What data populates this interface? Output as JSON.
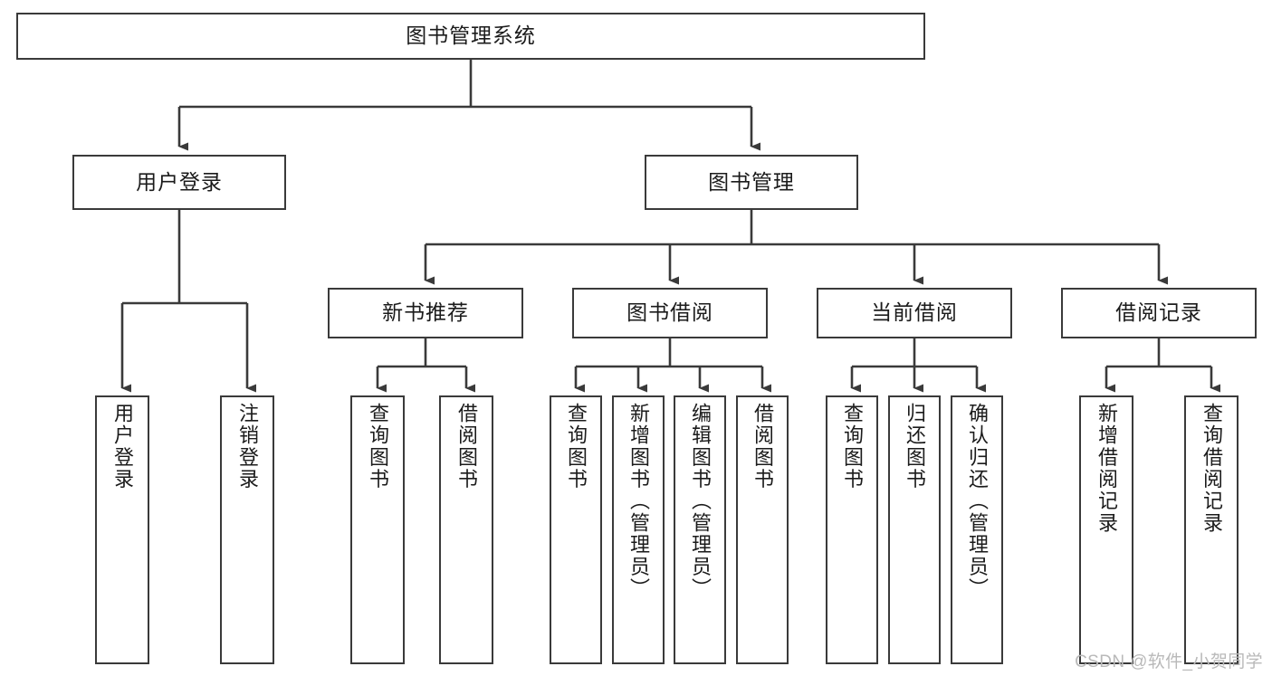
{
  "diagram": {
    "title": "图书管理系统",
    "type": "tree-hierarchy-chart",
    "style": {
      "box_fill": "#ffffff",
      "box_stroke": "#3a3a3a",
      "connector_color": "#3a3a3a",
      "text_color": "#1b1b1b",
      "background": "#ffffff"
    },
    "root": {
      "id": "root",
      "label": "图书管理系统"
    },
    "level2": [
      {
        "id": "user-login",
        "label": "用户登录"
      },
      {
        "id": "book-manage",
        "label": "图书管理"
      }
    ],
    "level3": [
      {
        "id": "new-book-recommend",
        "label": "新书推荐",
        "parent": "book-manage"
      },
      {
        "id": "book-borrow",
        "label": "图书借阅",
        "parent": "book-manage"
      },
      {
        "id": "current-borrow",
        "label": "当前借阅",
        "parent": "book-manage"
      },
      {
        "id": "borrow-record",
        "label": "借阅记录",
        "parent": "book-manage"
      }
    ],
    "leaves": [
      {
        "id": "leaf-user-login",
        "label": "用户登录",
        "parent": "user-login"
      },
      {
        "id": "leaf-user-logout",
        "label": "注销登录",
        "parent": "user-login"
      },
      {
        "id": "leaf-query-book-1",
        "label": "查询图书",
        "parent": "new-book-recommend"
      },
      {
        "id": "leaf-borrow-book-1",
        "label": "借阅图书",
        "parent": "new-book-recommend"
      },
      {
        "id": "leaf-query-book-2",
        "label": "查询图书",
        "parent": "book-borrow"
      },
      {
        "id": "leaf-add-book",
        "label": "新增图书（管理员）",
        "parent": "book-borrow"
      },
      {
        "id": "leaf-edit-book",
        "label": "编辑图书（管理员）",
        "parent": "book-borrow"
      },
      {
        "id": "leaf-borrow-book-2",
        "label": "借阅图书",
        "parent": "book-borrow"
      },
      {
        "id": "leaf-query-book-3",
        "label": "查询图书",
        "parent": "current-borrow"
      },
      {
        "id": "leaf-return-book",
        "label": "归还图书",
        "parent": "current-borrow"
      },
      {
        "id": "leaf-confirm-return",
        "label": "确认归还（管理员）",
        "parent": "current-borrow"
      },
      {
        "id": "leaf-add-record",
        "label": "新增借阅记录",
        "parent": "borrow-record"
      },
      {
        "id": "leaf-query-record",
        "label": "查询借阅记录",
        "parent": "borrow-record"
      }
    ],
    "watermark": "CSDN @软件_小贺同学"
  }
}
